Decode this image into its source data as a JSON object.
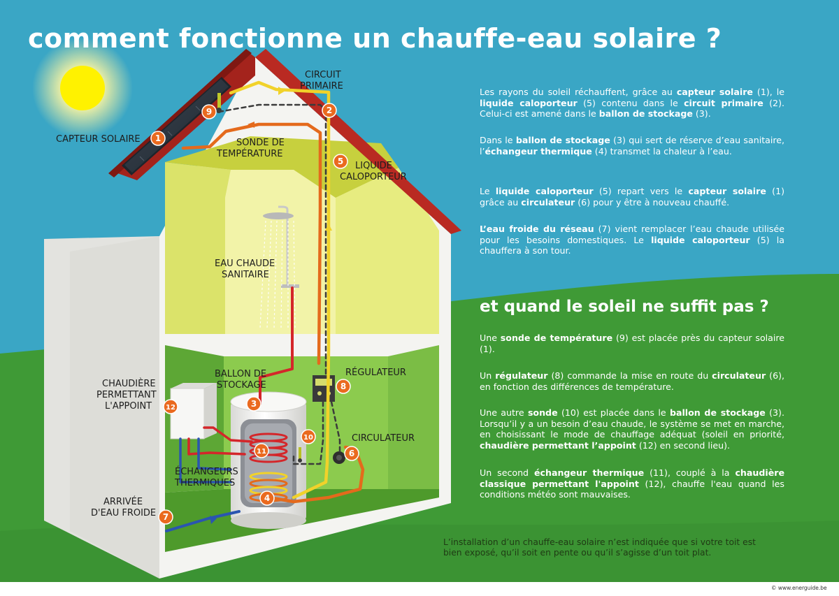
{
  "title": "comment fonctionne un chauffe-eau solaire ?",
  "subtitle": "et quand le soleil ne suffit pas ?",
  "colors": {
    "sky": "#39a5c4",
    "grass": "#3f9a36",
    "roof": "#a5231d",
    "wall": "#f4f4f2",
    "upper_room": "#e7ec7e",
    "lower_room": "#79bc42",
    "badge": "#ea6a1f",
    "pipe_hot": "#e46a1c",
    "pipe_primary": "#f1d22a",
    "pipe_cold": "#2a55b0",
    "pipe_red": "#d4262a",
    "signal": "#3b3b3b",
    "text": "#ffffff"
  },
  "labels": {
    "capteur_solaire": "CAPTEUR SOLAIRE",
    "circuit_1": "CIRCUIT",
    "circuit_2": "PRIMAIRE",
    "sonde_1": "SONDE DE",
    "sonde_2": "TEMPÉRATURE",
    "liquide_1": "LIQUIDE",
    "liquide_2": "CALOPORTEUR",
    "eau_chaude_1": "EAU CHAUDE",
    "eau_chaude_2": "SANITAIRE",
    "ballon_1": "BALLON DE",
    "ballon_2": "STOCKAGE",
    "regulateur": "RÉGULATEUR",
    "chaudiere_1": "CHAUDIÈRE",
    "chaudiere_2": "PERMETTANT",
    "chaudiere_3": "L'APPOINT",
    "circulateur": "CIRCULATEUR",
    "echangeurs_1": "ÉCHANGEURS",
    "echangeurs_2": "THERMIQUES",
    "arrivee_1": "ARRIVÉE",
    "arrivee_2": "D'EAU FROIDE"
  },
  "badges": {
    "b1": "1",
    "b2": "2",
    "b3": "3",
    "b4": "4",
    "b5": "5",
    "b6": "6",
    "b7": "7",
    "b8": "8",
    "b9": "9",
    "b10": "10",
    "b11": "11",
    "b12": "12"
  },
  "paragraphs": {
    "p1": [
      {
        "t": "Les rayons du soleil réchauffent, grâce au "
      },
      {
        "t": "capteur solaire",
        "b": true
      },
      {
        "t": " (1), le "
      },
      {
        "t": "liquide caloporteur",
        "b": true
      },
      {
        "t": " (5) contenu dans le "
      },
      {
        "t": "circuit primaire",
        "b": true
      },
      {
        "t": " (2). Celui-ci est amené dans le "
      },
      {
        "t": "ballon de stockage",
        "b": true
      },
      {
        "t": " (3)."
      }
    ],
    "p2": [
      {
        "t": "Dans le "
      },
      {
        "t": "ballon de stockage",
        "b": true
      },
      {
        "t": " (3) qui sert de réserve d’eau sanitaire, l’"
      },
      {
        "t": "échangeur thermique",
        "b": true
      },
      {
        "t": " (4) transmet la chaleur à l’eau."
      }
    ],
    "p3": [
      {
        "t": "Le "
      },
      {
        "t": "liquide caloporteur",
        "b": true
      },
      {
        "t": " (5) repart vers le "
      },
      {
        "t": "capteur solaire",
        "b": true
      },
      {
        "t": " (1) grâce au "
      },
      {
        "t": "circulateur",
        "b": true
      },
      {
        "t": " (6) pour y être à nouveau chauffé."
      }
    ],
    "p4": [
      {
        "t": "L’eau froide du réseau",
        "b": true
      },
      {
        "t": " (7) vient remplacer l’eau chaude utilisée pour les besoins domestiques. Le "
      },
      {
        "t": "liquide caloporteur",
        "b": true
      },
      {
        "t": " (5) la chauffera à son tour."
      }
    ],
    "p5": [
      {
        "t": "Une "
      },
      {
        "t": "sonde de température",
        "b": true
      },
      {
        "t": " (9) est placée près du capteur solaire (1)."
      }
    ],
    "p6": [
      {
        "t": "Un "
      },
      {
        "t": "régulateur",
        "b": true
      },
      {
        "t": " (8) commande la mise en route du "
      },
      {
        "t": "circulateur",
        "b": true
      },
      {
        "t": " (6), en fonction des différences de température."
      }
    ],
    "p7": [
      {
        "t": "Une autre "
      },
      {
        "t": "sonde",
        "b": true
      },
      {
        "t": " (10) est placée dans le "
      },
      {
        "t": "ballon de stockage",
        "b": true
      },
      {
        "t": " (3). Lorsqu’il y a un besoin d’eau chaude, le système se met en marche, en choisissant le mode de chauffage adéquat (soleil en priorité, "
      },
      {
        "t": "chaudière permettant l’appoint",
        "b": true
      },
      {
        "t": " (12) en second lieu)."
      }
    ],
    "p8": [
      {
        "t": "Un second "
      },
      {
        "t": "échangeur thermique",
        "b": true
      },
      {
        "t": " (11), couplé à la "
      },
      {
        "t": "chaudière classique permettant l'appoint",
        "b": true
      },
      {
        "t": " (12), chauffe l'eau quand les conditions météo sont mauvaises."
      }
    ]
  },
  "footer_note": "L’installation d’un chauffe-eau solaire n’est indiquée que si votre toit est bien exposé, qu’il soit en pente ou qu’il s’agisse d’un toit plat.",
  "copyright": "© www.energuide.be"
}
